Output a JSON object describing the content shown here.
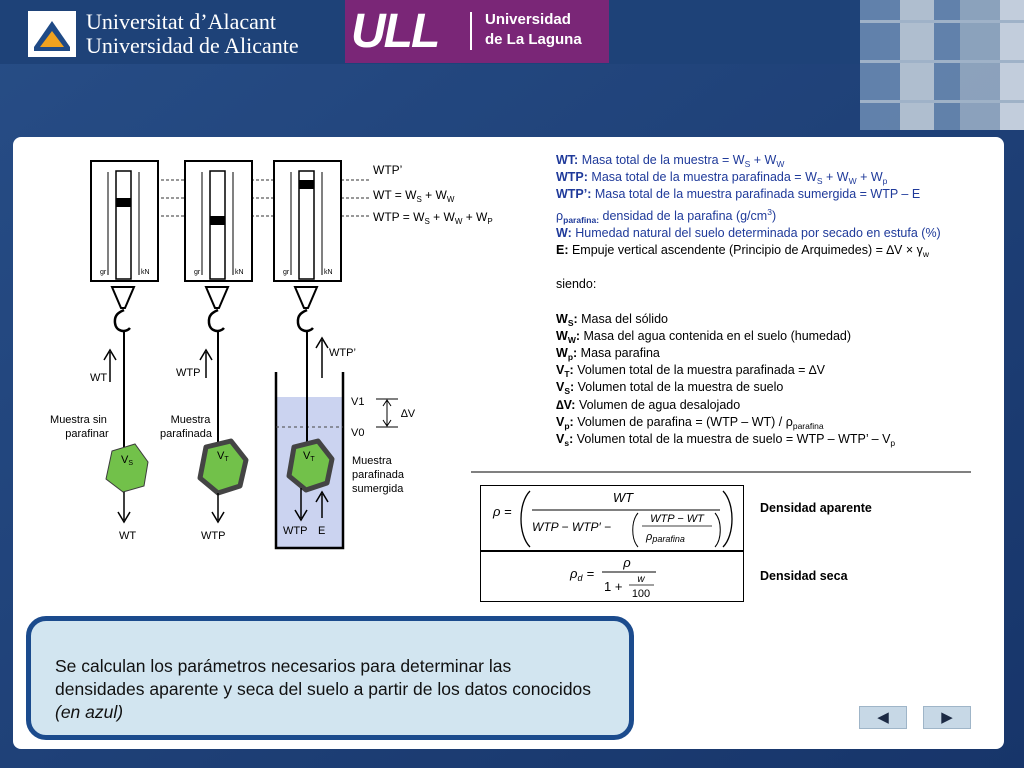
{
  "header": {
    "ua_line1": "Universitat d’Alacant",
    "ua_line2": "Universidad de Alicante",
    "ull_mark": "ULL",
    "ull_line1": "Universidad",
    "ull_line2": "de La Laguna"
  },
  "diagram": {
    "scale_gr": "gr",
    "scale_kn": "kN",
    "line_wtp_prime": "WTP’",
    "line_wt": "WT = W",
    "line_wt_s": "S",
    "line_wt_plus": " + W",
    "line_wt_w": "W",
    "line_wtp": "WTP = W",
    "line_wtp_s": "S",
    "line_wtp_plus1": " + W",
    "line_wtp_w": "W",
    "line_wtp_plus2": " + W",
    "line_wtp_p": "P",
    "arrow_up_1": "WT",
    "arrow_up_2": "WTP",
    "arrow_up_3": "WTP’",
    "arrow_down_1": "WT",
    "arrow_down_2": "WTP",
    "arrow_down_3a": "WTP",
    "arrow_down_3b": "E",
    "sample1_l1": "Muestra sin",
    "sample1_l2": "parafinar",
    "sample2_l1": "Muestra",
    "sample2_l2": "parafinada",
    "sample3_l1": "Muestra",
    "sample3_l2": "parafinada",
    "sample3_l3": "sumergida",
    "rock1_main": "V",
    "rock1_sub": "S",
    "rock2_main": "V",
    "rock2_sub": "T",
    "rock3_main": "V",
    "rock3_sub": "T",
    "v1": "V1",
    "v0": "V0",
    "dv": "∆V",
    "colors": {
      "water": "#cbd3f0",
      "rock": "#72c14a",
      "rock_stroke": "#3c3c3c"
    }
  },
  "legend": {
    "wt_key": "WT:",
    "wt_text": " Masa total de la muestra = W",
    "wt_s": "S",
    "wt_plus": " + W",
    "wt_w": "W",
    "wtp_key": "WTP:",
    "wtp_text": " Masa total de la muestra parafinada = W",
    "wtp_s": "S",
    "wtp_plus1": " + W",
    "wtp_w": "W",
    "wtp_plus2": " + W",
    "wtp_p": "p",
    "wtpp_key": "WTP’:",
    "wtpp_text": " Masa total de la muestra parafinada sumergida = WTP – E",
    "rho_key": "ρ",
    "rho_sub": "parafina:",
    "rho_text": " densidad de la parafina (g/cm",
    "rho_sup": "3",
    "rho_end": ")",
    "w_key": "W:",
    "w_text": " Humedad natural del suelo determinada por secado en estufa (%)",
    "e_key": "E:",
    "e_text": " Empuje vertical ascendente (Principio de  Arquimedes) = ∆V × γ",
    "e_sub": "w",
    "siendo": "siendo:",
    "ws_key": "W",
    "ws_sub": "S",
    "ws_colon": ":",
    "ws_text": " Masa del sólido",
    "ww_key": "W",
    "ww_sub": "W",
    "ww_colon": ":",
    "ww_text": " Masa del agua contenida en el suelo (humedad)",
    "wp_key": "W",
    "wp_sub": "p",
    "wp_colon": ":",
    "wp_text": " Masa parafina",
    "vt_key": "V",
    "vt_sub": "T",
    "vt_colon": ":",
    "vt_text": " Volumen total de la muestra parafinada = ∆V",
    "vs_key": "V",
    "vs_sub": "S",
    "vs_colon": ":",
    "vs_text": " Volumen total de la muestra de suelo",
    "dv_key": "∆V:",
    "dv_text": " Volumen de agua desalojado",
    "vp_key": "V",
    "vp_sub": "p",
    "vp_colon": ":",
    "vp_text": " Volumen de parafina = (WTP – WT) / ρ",
    "vp_sub2": "parafina",
    "vs2_key": "V",
    "vs2_sub": "s",
    "vs2_colon": ":",
    "vs2_text": " Volumen total de la muestra de suelo = WTP – WTP’ – V",
    "vs2_sub2": "p"
  },
  "formulas": {
    "f1": {
      "lhs": "ρ =",
      "num": "WT",
      "den_left": "WTP − WTP′ −",
      "inner_num": "WTP − WT",
      "inner_den": "ρ",
      "inner_den_sub": "parafina",
      "label": "Densidad aparente"
    },
    "f2": {
      "lhs": "ρ",
      "lhs_sub": "d",
      "eq": "=",
      "num": "ρ",
      "den_left": "1 +",
      "inner_num": "w",
      "inner_den": "100",
      "label": "Densidad seca"
    }
  },
  "callout": {
    "text": "Se calculan los parámetros necesarios para determinar las densidades aparente y seca del suelo a partir de los datos conocidos ",
    "emphasis": "(en azul)"
  },
  "nav": {
    "prev_icon": "◀",
    "next_icon": "▶"
  }
}
